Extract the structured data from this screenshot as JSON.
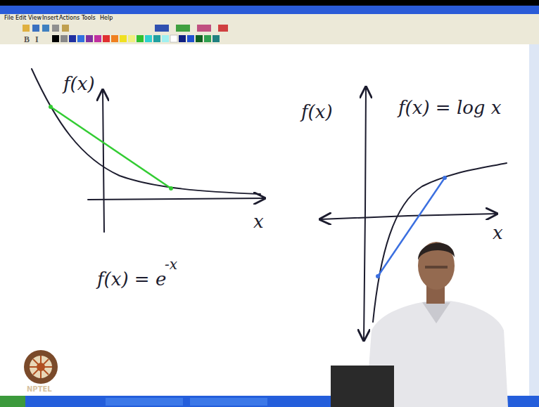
{
  "diagram": {
    "labels": [
      "File",
      "Edit",
      "View",
      "Insert",
      "Actions",
      "Tools",
      "Help",
      "B",
      "I",
      "f(x)",
      "x",
      "f(x) = e",
      "-x",
      "f(x)",
      "f(x) = log x",
      "x",
      "NPTEL"
    ]
  }
}
